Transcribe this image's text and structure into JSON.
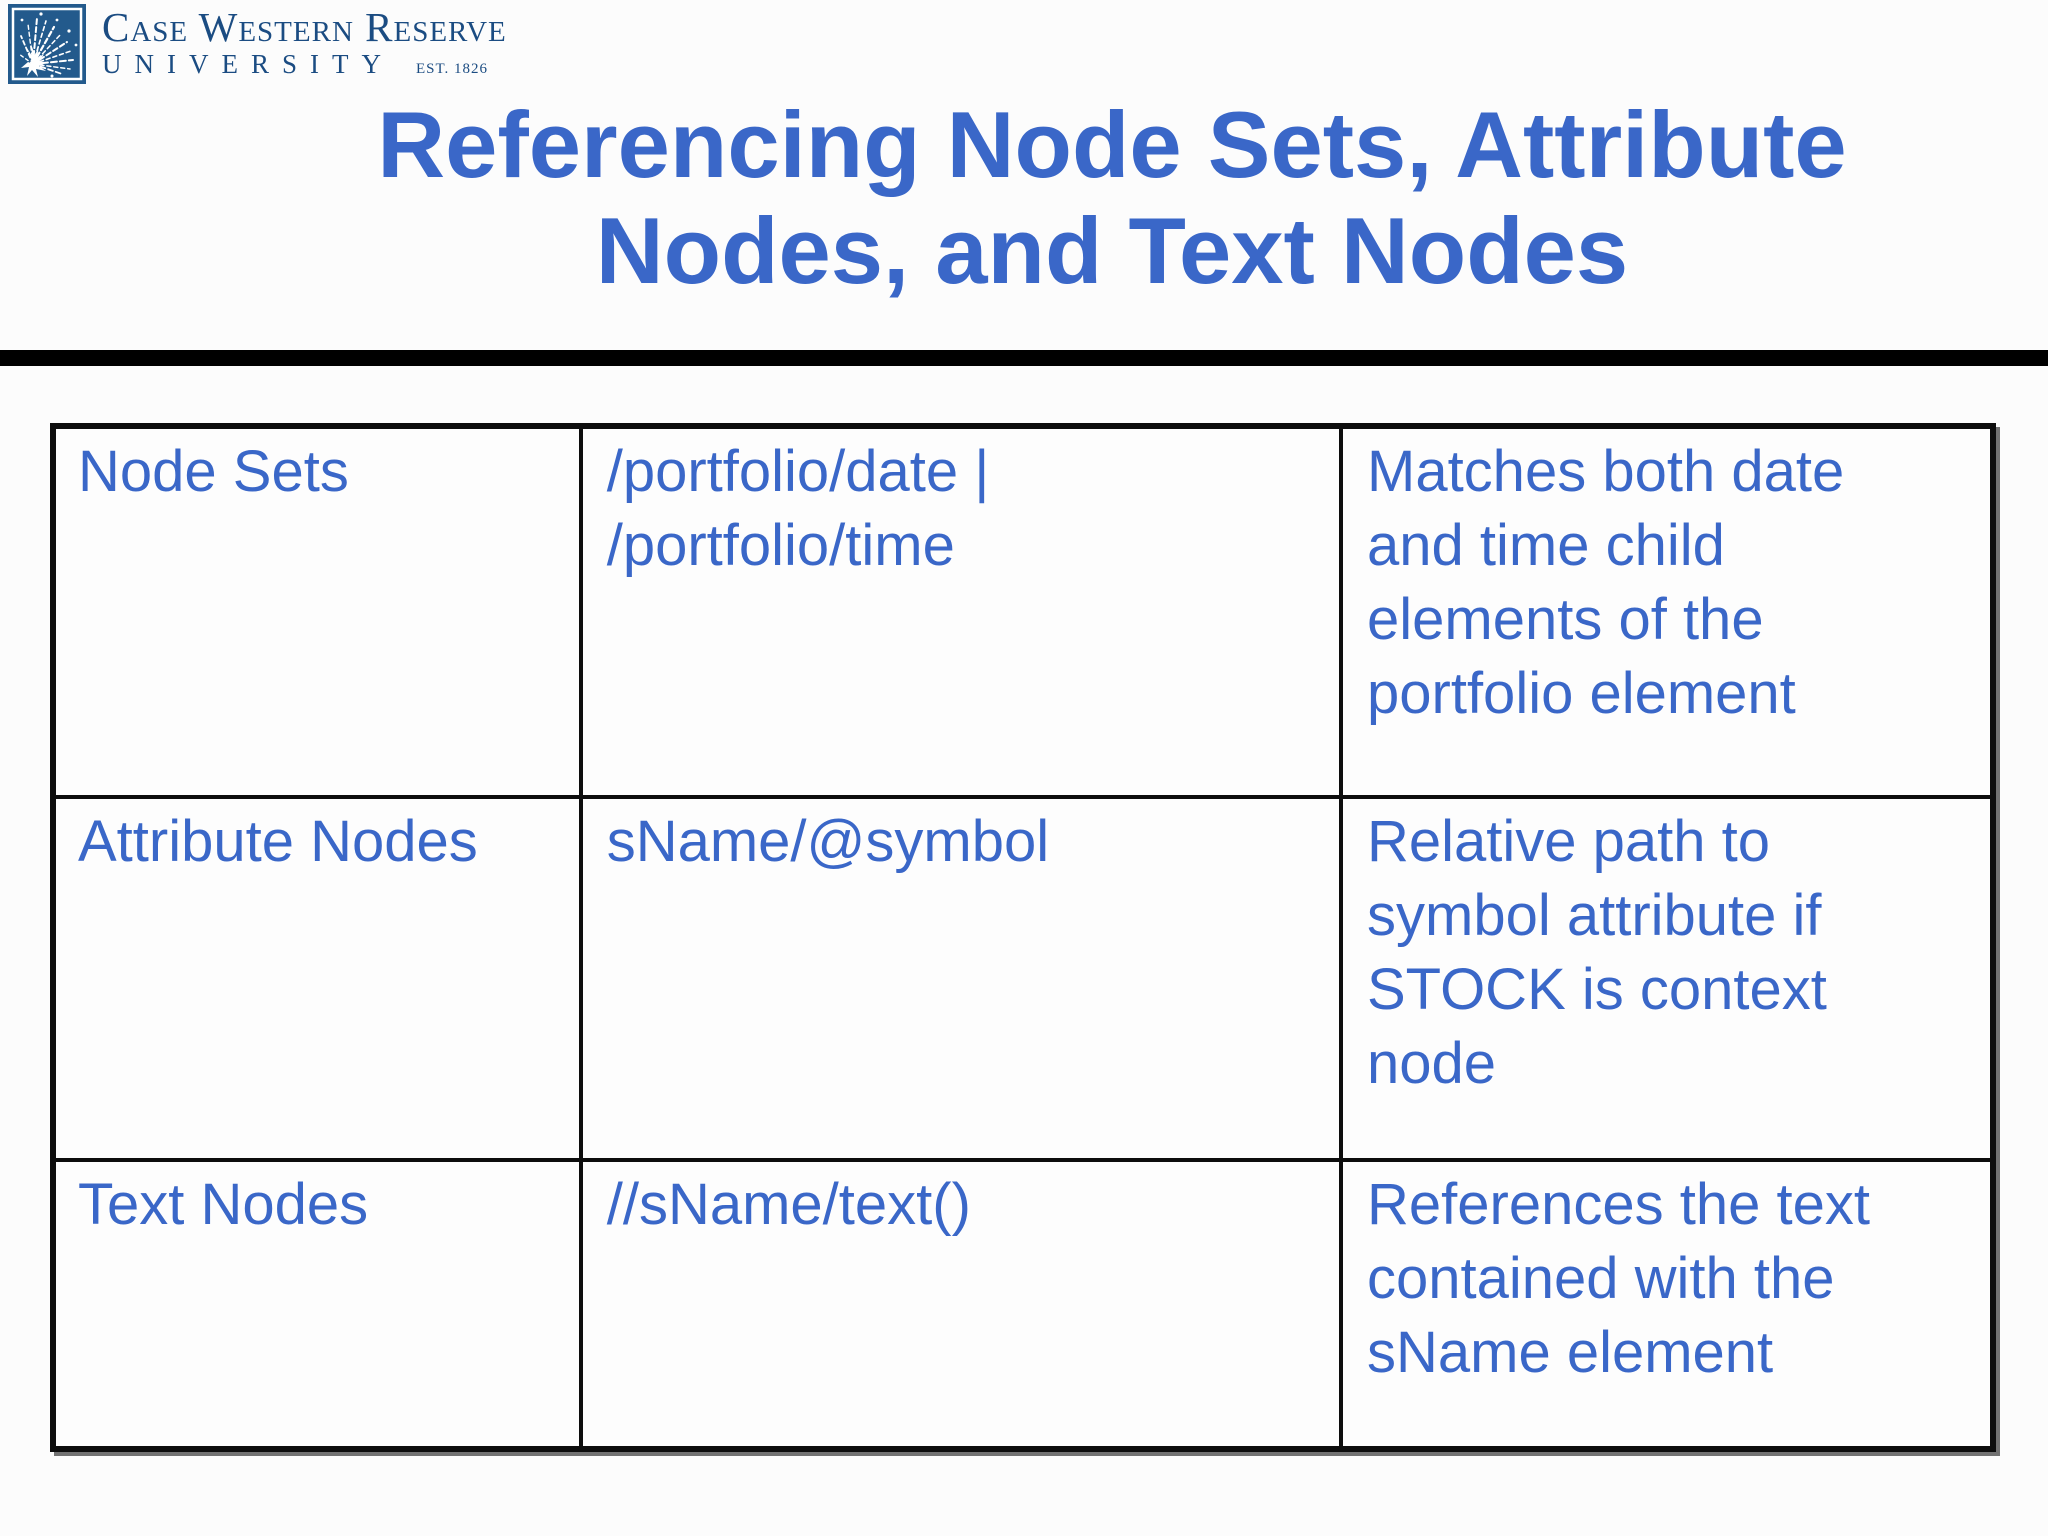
{
  "slide": {
    "title": "Referencing Node Sets, Attribute Nodes, and Text Nodes"
  },
  "logo": {
    "icon": "sunburst-icon",
    "wordmark": "Case Western Reserve",
    "university": "UNIVERSITY",
    "established": "EST. 1826"
  },
  "colors": {
    "title_blue": "#3a67c8",
    "cell_text_blue": "#3a67c8",
    "logo_navy": "#235a8c",
    "logo_text_navy": "#1b4c82",
    "divider_black": "#000000",
    "table_border_black": "#0d0d0d",
    "background": "#fcfcfc"
  },
  "table": {
    "rows": [
      {
        "category": "Node Sets",
        "xpath": "/portfolio/date |\n/portfolio/time",
        "description": "Matches both date and time child elements of the portfolio element"
      },
      {
        "category": "Attribute Nodes",
        "xpath": "sName/@symbol",
        "description": "Relative path to symbol attribute if STOCK is context node"
      },
      {
        "category": "Text Nodes",
        "xpath": "//sName/text()",
        "description": "References the text contained with the sName element"
      }
    ]
  }
}
